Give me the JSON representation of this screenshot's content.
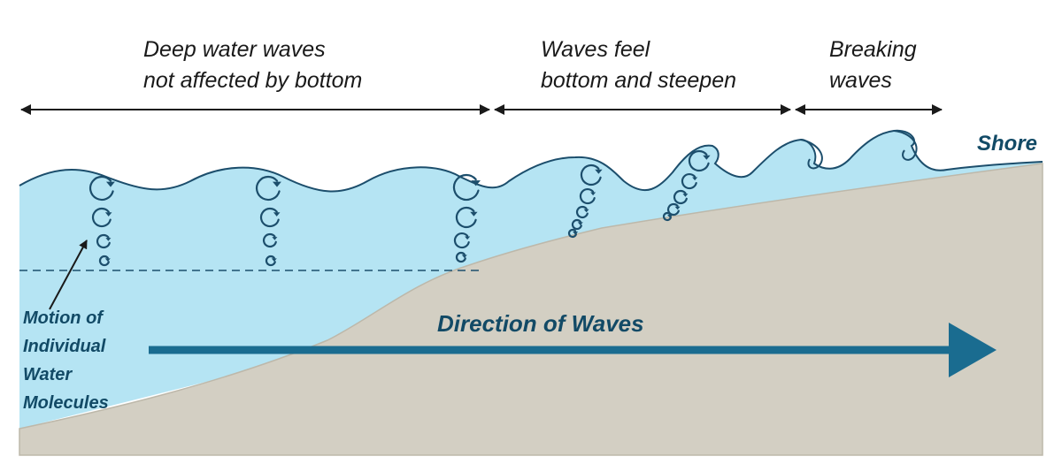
{
  "zones": [
    {
      "line1": "Deep water waves",
      "line2": "not affected by bottom"
    },
    {
      "line1": "Waves feel",
      "line2": "bottom and steepen"
    },
    {
      "line1": "Breaking",
      "line2": "waves"
    }
  ],
  "labels": {
    "shore": "Shore",
    "direction": "Direction of Waves",
    "motion_lines": [
      "Motion of",
      "Individual",
      "Water",
      "Molecules"
    ]
  },
  "colors": {
    "water": "#b5e4f3",
    "water_outline": "#1c4e6c",
    "sand": "#d3cfc3",
    "sand_edge": "#bdb8aa",
    "arrow": "#1a6c90",
    "label": "#124a66",
    "text": "#1a1a1a"
  }
}
